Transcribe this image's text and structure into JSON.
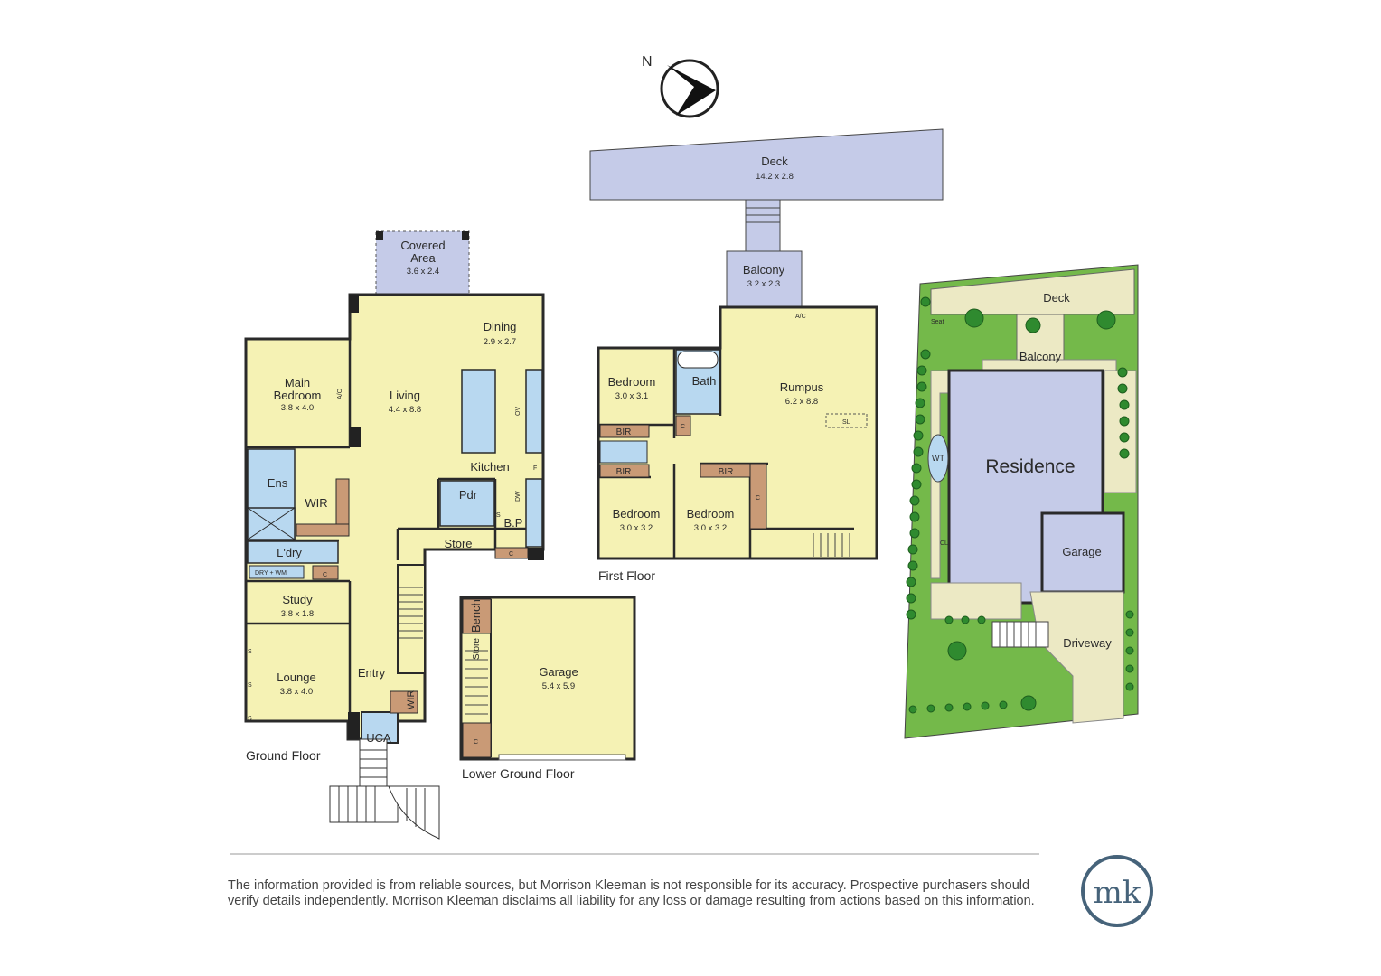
{
  "compass": {
    "label": "N"
  },
  "ground_floor": {
    "title": "Ground Floor",
    "rooms": {
      "covered_area": {
        "name_line1": "Covered",
        "name_line2": "Area",
        "dims": "3.6 x 2.4"
      },
      "dining": {
        "name": "Dining",
        "dims": "2.9 x 2.7"
      },
      "main_bedroom": {
        "name_line1": "Main",
        "name_line2": "Bedroom",
        "dims": "3.8 x 4.0"
      },
      "living": {
        "name": "Living",
        "dims": "4.4 x 8.8"
      },
      "kitchen": {
        "name": "Kitchen"
      },
      "ens": {
        "name": "Ens"
      },
      "wir": {
        "name": "WIR"
      },
      "pdr": {
        "name": "Pdr"
      },
      "bp": {
        "name": "B.P"
      },
      "store": {
        "name": "Store"
      },
      "ldry": {
        "name": "L'dry"
      },
      "study": {
        "name": "Study",
        "dims": "3.8 x 1.8"
      },
      "lounge": {
        "name": "Lounge",
        "dims": "3.8 x 4.0"
      },
      "entry": {
        "name": "Entry"
      },
      "wir2": {
        "name": "WIR"
      },
      "uca": {
        "name": "UCA"
      }
    },
    "fixtures": {
      "ac": "A/C",
      "ov": "OV",
      "dw": "DW",
      "f": "F",
      "c": "C",
      "s": "S",
      "dry_wm": "DRY + WM"
    }
  },
  "lower_ground_floor": {
    "title": "Lower Ground Floor",
    "rooms": {
      "garage": {
        "name": "Garage",
        "dims": "5.4 x 5.9"
      },
      "bench": {
        "name": "Bench"
      },
      "store": {
        "name": "Store"
      },
      "c": {
        "name": "C"
      }
    }
  },
  "first_floor": {
    "title": "First Floor",
    "rooms": {
      "deck": {
        "name": "Deck",
        "dims": "14.2 x 2.8"
      },
      "balcony": {
        "name": "Balcony",
        "dims": "3.2 x 2.3"
      },
      "rumpus": {
        "name": "Rumpus",
        "dims": "6.2 x 8.8"
      },
      "bedroom1": {
        "name": "Bedroom",
        "dims": "3.0 x 3.1"
      },
      "bath": {
        "name": "Bath"
      },
      "bedroom2": {
        "name": "Bedroom",
        "dims": "3.0 x 3.2"
      },
      "bedroom3": {
        "name": "Bedroom",
        "dims": "3.0 x 3.2"
      },
      "bir": {
        "name": "BIR"
      },
      "sl": {
        "name": "SL"
      }
    }
  },
  "site_plan": {
    "labels": {
      "deck": "Deck",
      "seat": "Seat",
      "balcony": "Balcony",
      "residence": "Residence",
      "garage": "Garage",
      "driveway": "Driveway",
      "wt": "WT",
      "cl": "CL"
    }
  },
  "disclaimer": {
    "line1": "The information provided is from reliable sources, but Morrison Kleeman is not responsible for its accuracy. Prospective purchasers should",
    "line2": "verify details independently. Morrison Kleeman disclaims all liability for any loss or damage resulting from actions based on this information."
  },
  "logo": {
    "text": "mk"
  },
  "colors": {
    "room": "#f5f2b4",
    "wet": "#b8d8f0",
    "outdoor": "#c5cbe8",
    "joinery": "#c99a76",
    "wall": "#2a2a2a",
    "lawn": "#74b94a",
    "tree": "#2f8a2f",
    "paving": "#ece9c4",
    "logo": "#46637a"
  }
}
